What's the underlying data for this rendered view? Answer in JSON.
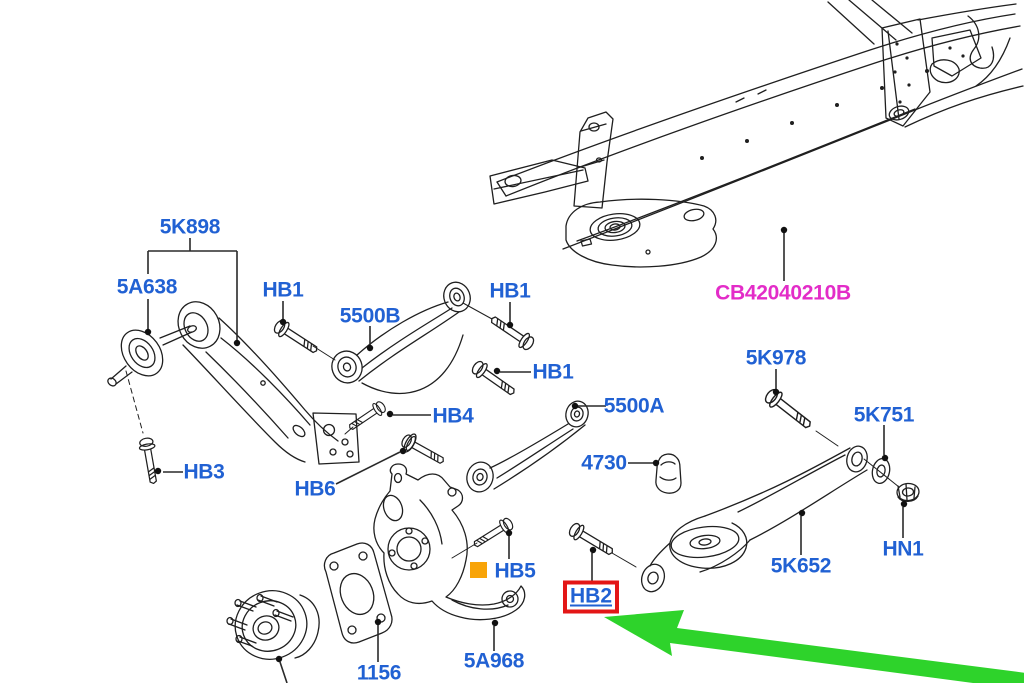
{
  "diagram_title": "rear-suspension-parts-diagram",
  "part_labels": {
    "trailing_arm_assembly": "5K898",
    "trailing_arm_bushing": "5A638",
    "bolt_hb1_first": "HB1",
    "upper_control_arm": "5500B",
    "bolt_hb1_second": "HB1",
    "subframe_crossmember": "CB42040210B",
    "bolt_hb1_third": "HB1",
    "toe_link": "5500A",
    "bolt_5k978": "5K978",
    "washer_5k751": "5K751",
    "bump_stop": "4730",
    "bolt_hb4": "HB4",
    "bolt_hb3": "HB3",
    "bolt_hb6": "HB6",
    "bolt_hb5": "HB5",
    "lower_control_arm": "5K652",
    "nut_hn1": "HN1",
    "bolt_hb2_highlighted": "HB2",
    "backing_plate": "1156",
    "wheel_knuckle": "5A968"
  },
  "highlight": {
    "highlighted_part": "HB2",
    "red_box_color": "#e31616",
    "green_arrow_color": "#2ed32b",
    "hb5_marker_color": "#f8a408"
  },
  "colors": {
    "label_text": "#2161d3",
    "subframe_label_text": "#e32cc8",
    "line_art": "#1f1f1f",
    "background": "#ffffff"
  }
}
